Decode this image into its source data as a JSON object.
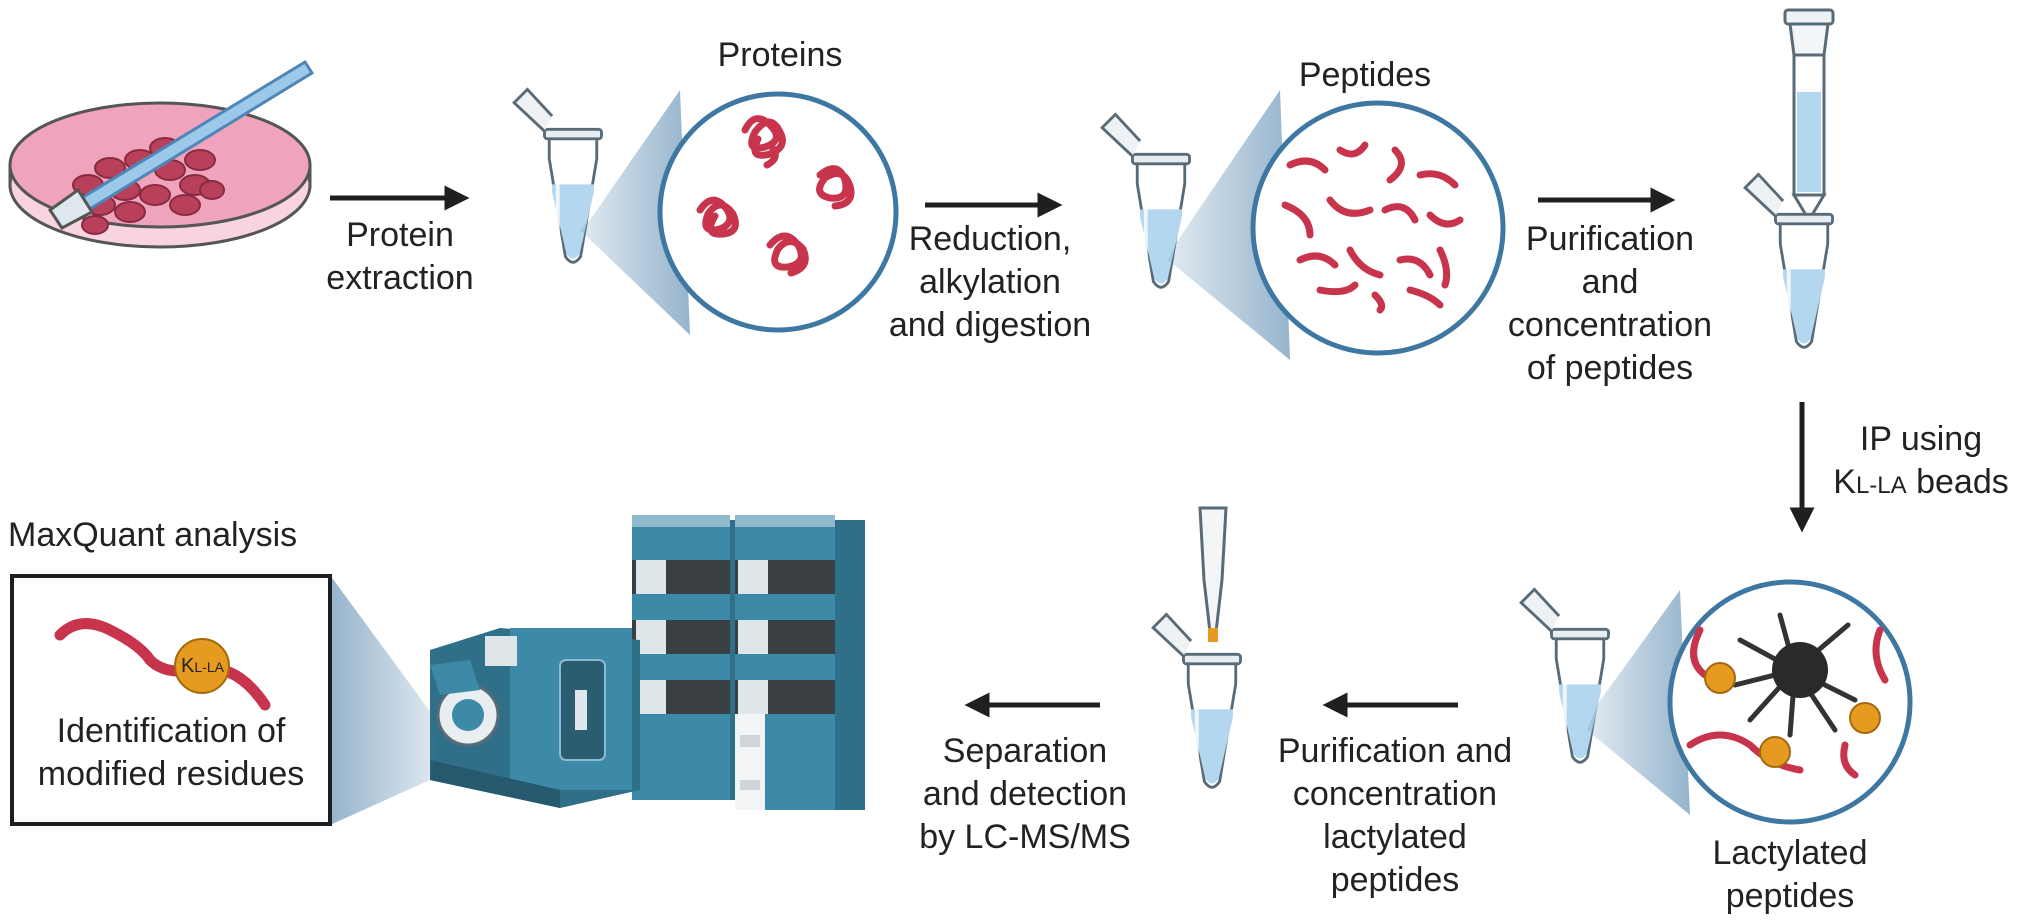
{
  "colors": {
    "dish_pink": "#efa3bd",
    "cell_red": "#b8405a",
    "protein_red": "#c8344c",
    "tube_liquid": "#b3d7ee",
    "circle_border": "#3f77a3",
    "lcms_teal": "#3d8aa8",
    "bead_orange": "#e69a1f",
    "arrow": "#1f1f1f"
  },
  "labels": {
    "proteins": "Proteins",
    "peptides": "Peptides",
    "protein_extraction": [
      "Protein",
      "extraction"
    ],
    "reduction": [
      "Reduction,",
      "alkylation",
      "and digestion"
    ],
    "purification_top": [
      "Purification",
      "and",
      "concentration",
      "of peptides"
    ],
    "ip_line1": "IP using",
    "ip_k": "K",
    "ip_sub": "L-LA",
    "ip_rest": " beads",
    "lactylated": [
      "Lactylated",
      "peptides"
    ],
    "purification_bottom": [
      "Purification and",
      "concentration",
      "lactylated",
      "peptides"
    ],
    "separation": [
      "Separation",
      "and detection",
      "by LC-MS/MS"
    ],
    "maxquant": "MaxQuant analysis",
    "identification": [
      "Identification of",
      "modified residues"
    ],
    "kla_badge_k": "K",
    "kla_badge_sub": "L-LA"
  },
  "icons": [
    "petri-dish-icon",
    "pipette-icon",
    "microtube-icon",
    "spin-column-icon",
    "pipette-tip-icon",
    "lc-ms-instrument-icon",
    "antibody-bead-icon"
  ]
}
